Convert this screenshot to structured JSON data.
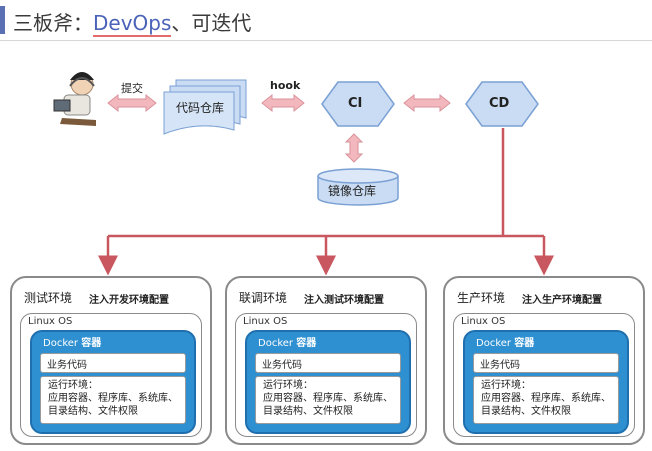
{
  "title": {
    "prefix": "三板斧：",
    "highlight": "DevOps",
    "suffix": "、可迭代"
  },
  "flow": {
    "submit_label": "提交",
    "repo_label": "代码仓库",
    "hook_label": "hook",
    "ci_label": "CI",
    "cd_label": "CD",
    "image_repo_label": "镜像仓库"
  },
  "environments": [
    {
      "name": "测试环境",
      "inject": "注入开发环境配置",
      "os": "Linux OS",
      "docker": "Docker",
      "docker_suffix": "容器",
      "business": "业务代码",
      "runtime_title": "运行环境：",
      "runtime_line1": "应用容器、程序库、系统库、",
      "runtime_line2": "目录结构、文件权限"
    },
    {
      "name": "联调环境",
      "inject": "注入测试环境配置",
      "os": "Linux OS",
      "docker": "Docker",
      "docker_suffix": "容器",
      "business": "业务代码",
      "runtime_title": "运行环境：",
      "runtime_line1": "应用容器、程序库、系统库、",
      "runtime_line2": "目录结构、文件权限"
    },
    {
      "name": "生产环境",
      "inject": "注入生产环境配置",
      "os": "Linux OS",
      "docker": "Docker",
      "docker_suffix": "容器",
      "business": "业务代码",
      "runtime_title": "运行环境：",
      "runtime_line1": "应用容器、程序库、系统库、",
      "runtime_line2": "目录结构、文件权限"
    }
  ],
  "colors": {
    "arrow_pink": "#f2b8bd",
    "flow_line": "#c9575f",
    "node_fill": "#c9dcf3",
    "node_stroke": "#7aa0d4",
    "docker_blue": "#2e8fd1",
    "inject_arrow": "#3aa7e0"
  },
  "icons": {
    "developer": "developer-icon"
  }
}
